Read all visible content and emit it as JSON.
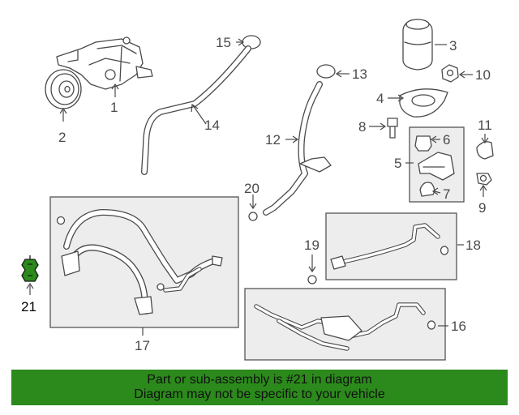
{
  "callouts": {
    "c1": "1",
    "c2": "2",
    "c3": "3",
    "c4": "4",
    "c5": "5",
    "c6": "6",
    "c7": "7",
    "c8": "8",
    "c9": "9",
    "c10": "10",
    "c11": "11",
    "c12": "12",
    "c13": "13",
    "c14": "14",
    "c15": "15",
    "c16": "16",
    "c17": "17",
    "c18": "18",
    "c19": "19",
    "c20": "20",
    "c21": "21"
  },
  "banner": {
    "line1": "Part or sub-assembly is #21 in diagram",
    "line2": "Diagram may not be specific to your vehicle"
  },
  "colors": {
    "banner_bg": "#2b8a1b",
    "highlight_part": "#2b8a1b",
    "box_fill": "#ededed"
  }
}
